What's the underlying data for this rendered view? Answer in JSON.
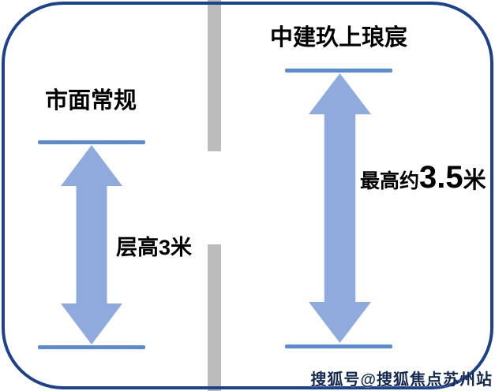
{
  "panels": {
    "left": {
      "title": "市面常规",
      "height_label": "层高3米",
      "height_value_m": 3
    },
    "right": {
      "title": "中建玖上琅宸",
      "height_label_prefix": "最高约",
      "height_label_value": "3.5",
      "height_label_suffix": "米",
      "height_value_m": 3.5
    }
  },
  "watermark": "搜狐号@搜狐焦点苏州站",
  "colors": {
    "border": "#1E4289",
    "arrow": "#8FAADC",
    "line": "#5B8BD0",
    "divider": "#BCBCBC",
    "text": "#000000",
    "watermark": "#15294F"
  }
}
